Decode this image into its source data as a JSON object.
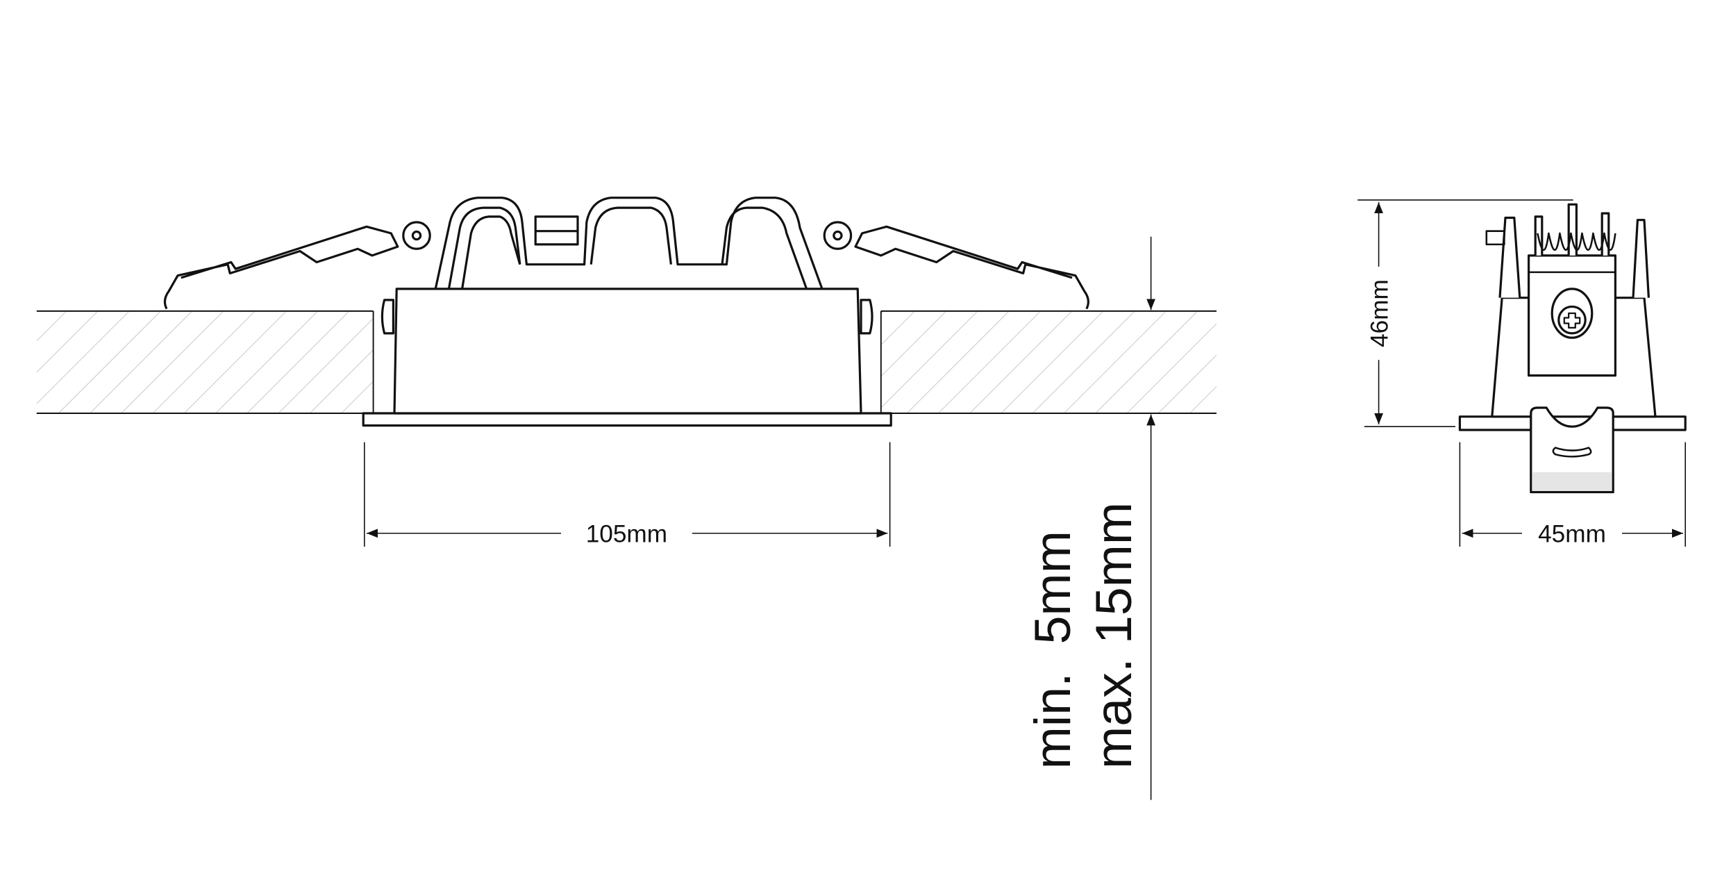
{
  "dimensions": {
    "width_label": "105mm",
    "depth_min_label": "min.  5mm",
    "depth_max_label": "max. 15mm",
    "side_height_label": "46mm",
    "side_width_label": "45mm"
  },
  "colors": {
    "line": "#111111",
    "hatch": "#bbbbbb",
    "shade": "#e5e5e5"
  }
}
